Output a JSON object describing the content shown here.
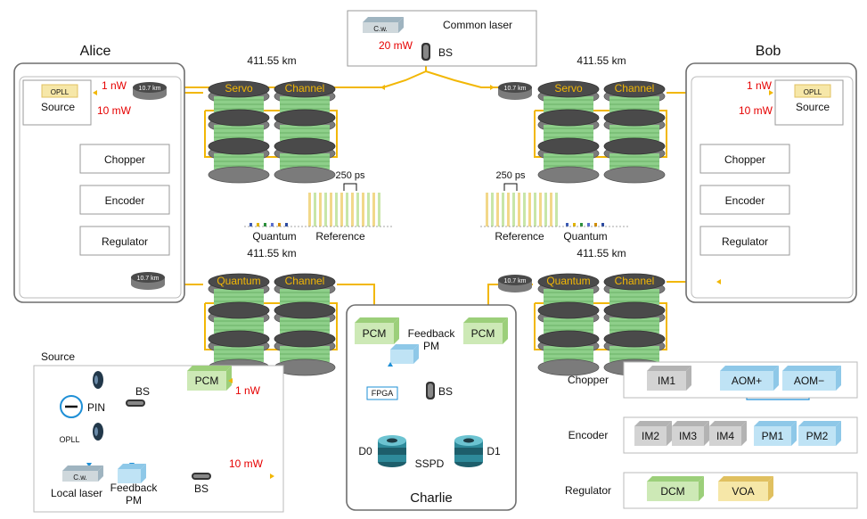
{
  "colors": {
    "fiber": "#f2b705",
    "red": "#e60000",
    "blue": "#1e8fd6",
    "panel_border": "#6e6e6e",
    "box_border": "#9a9a9a",
    "spool_dark": "#4a4a4a",
    "spool_side": "#7b7b7b",
    "spool_green": "#8ecf8a",
    "gray_box": "#d3d3d3",
    "blue_box": "#bfe3f5",
    "green_box": "#cde9b6",
    "yellow_box": "#f6e7a8"
  },
  "laser": {
    "box_label": "C.w.",
    "title": "Common laser",
    "power": "20 mW",
    "bs_label": "BS"
  },
  "alice": {
    "title": "Alice",
    "source": {
      "label": "Source",
      "tag": "OPLL"
    },
    "pow_1nw": "1 nW",
    "pow_10mw": "10 mW",
    "stack": [
      "Chopper",
      "Encoder",
      "Regulator"
    ],
    "spool_top": "10.7 km",
    "spool_bottom": "10.7 km"
  },
  "bob": {
    "title": "Bob",
    "source": {
      "label": "Source",
      "tag": "OPLL"
    },
    "pow_1nw": "1 nW",
    "pow_10mw": "10 mW",
    "stack": [
      "Chopper",
      "Encoder",
      "Regulator"
    ],
    "spool_top": "10.7 km",
    "spool_bottom": "10.7 km"
  },
  "spools": {
    "tl": {
      "distance": "411.55 km",
      "left": "Servo",
      "right": "Channel"
    },
    "tr": {
      "distance": "411.55  km",
      "left": "Servo",
      "right": "Channel"
    },
    "bl": {
      "distance": "411.55 km",
      "left": "Quantum",
      "right": "Channel"
    },
    "br": {
      "distance": "411.55 km",
      "left": "Quantum",
      "right": "Channel"
    }
  },
  "pulses": {
    "left": {
      "period": "250 ps",
      "quantum": "Quantum",
      "reference": "Reference"
    },
    "right": {
      "period": "250 ps",
      "quantum": "Quantum",
      "reference": "Reference"
    }
  },
  "charlie": {
    "title": "Charlie",
    "pcm_left": "PCM",
    "pcm_right": "PCM",
    "feedback": "Feedback\nPM",
    "fpga": "FPGA",
    "bs": "BS",
    "d0": "D0",
    "d1": "D1",
    "sspd": "SSPD"
  },
  "source_detail": {
    "title": "Source",
    "pin": "PIN",
    "bs_top": "BS",
    "bs_bottom": "BS",
    "pcm": "PCM",
    "pow_1nw": "1 nW",
    "pow_10mw": "10 mW",
    "opll": "OPLL",
    "cw": "C.w.",
    "local_laser": "Local laser",
    "feedback": "Feedback\nPM"
  },
  "chopper_detail": {
    "label": "Chopper",
    "boxes": [
      "IM1",
      "AOM+",
      "AOM−"
    ]
  },
  "encoder_detail": {
    "label": "Encoder",
    "boxes": [
      "IM2",
      "IM3",
      "IM4",
      "PM1",
      "PM2"
    ]
  },
  "regulator_detail": {
    "label": "Regulator",
    "boxes": [
      "DCM",
      "VOA"
    ]
  }
}
